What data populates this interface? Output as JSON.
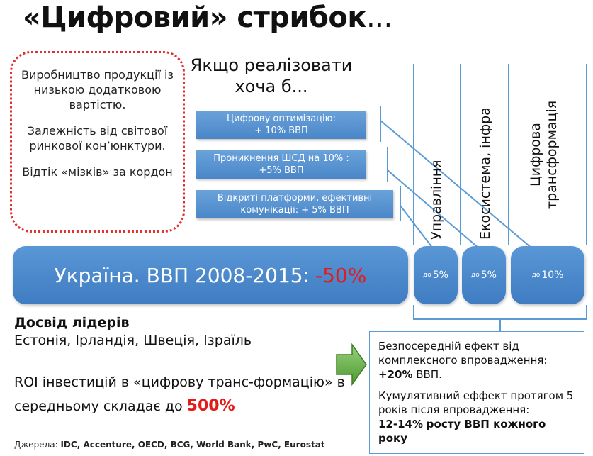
{
  "title": {
    "main": "«Цифровий» стрибок",
    "ellipsis": "..."
  },
  "left_box": {
    "item1": "Виробництво продукції із низькою додатковою вартістю.",
    "item2": "Залежність від світової ринкової кон’юнктури.",
    "item3": "Відтік «мізків» за кордон"
  },
  "question": "Якщо реалізовати хоча б...",
  "options": [
    {
      "line1": "Цифрову оптимізацію:",
      "line2": "+ 10% ВВП"
    },
    {
      "line1": "Проникнення ШСД на 10% :",
      "line2": "+5% ВВП"
    },
    {
      "line1": "Відкриті платформи, ефективні",
      "line2": "комунікації: + 5% ВВП"
    }
  ],
  "columns": {
    "col1": "Управління",
    "col2": "Екосистема, інфра",
    "col3_line1": "Цифрова",
    "col3_line2": "трансформація"
  },
  "ukraine_bar": {
    "text": "Україна. ВВП 2008-2015:",
    "value": "-50%"
  },
  "pills": [
    {
      "prefix": "до",
      "value": "5%"
    },
    {
      "prefix": "до",
      "value": "5%"
    },
    {
      "prefix": "до",
      "value": "10%"
    }
  ],
  "leaders": {
    "title": "Досвід лідерів",
    "list": "Естонія, Ірландія, Швеція, Ізраїль"
  },
  "roi": {
    "text_part1": "ROI інвестицій в «цифрову транс-формацію» в середньому складає до",
    "value": "500%"
  },
  "sources": {
    "label": "Джерела:",
    "list": "IDC, Accenture, OECD, BCG, World Bank, PwC, Eurostat"
  },
  "info_box": {
    "p1_text": "Безпосередній ефект від комплексного впровадження:",
    "p1_value": "+20%",
    "p1_suffix": "ВВП.",
    "p2_text": "Кумулятивний еффект протягом 5 років після впровадження:",
    "p2_value": "12-14%",
    "p2_suffix": "росту ВВП кожного року"
  },
  "colors": {
    "blue": "#4a86c8",
    "red": "#e21b1b",
    "dotted_border": "#e03030",
    "arrow_green": "#6ab04c"
  }
}
